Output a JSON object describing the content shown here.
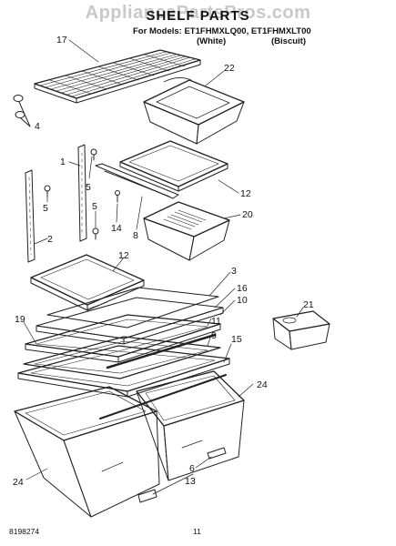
{
  "header": {
    "watermark": "AppliancePartsPros.com",
    "title": "SHELF PARTS",
    "for_models": "For Models: ET1FHMXLQ00, ET1FHMXLT00",
    "variant_white": "(White)",
    "variant_biscuit": "(Biscuit)"
  },
  "callouts": [
    "17",
    "22",
    "4",
    "1",
    "5",
    "5",
    "5",
    "2",
    "14",
    "8",
    "12",
    "20",
    "12",
    "3",
    "16",
    "10",
    "21",
    "19",
    "11",
    "9",
    "15",
    "24",
    "24",
    "6",
    "13"
  ],
  "footer": {
    "doc_number": "8198274",
    "page_number": "11"
  },
  "colors": {
    "line": "#222222",
    "watermark": "#c9c9c9"
  }
}
